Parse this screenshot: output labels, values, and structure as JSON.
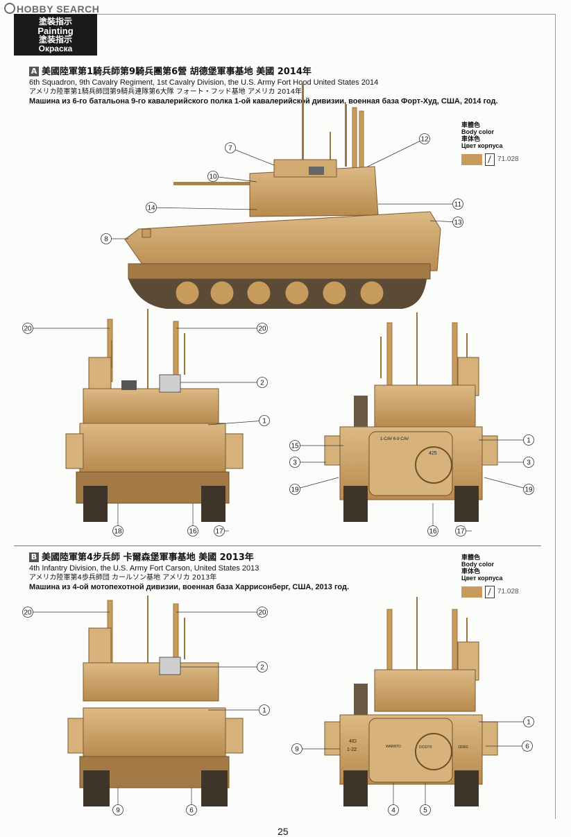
{
  "watermark": "HOBBY SEARCH",
  "header_tab": {
    "zh": "塗裝指示",
    "en": "Painting",
    "jp": "塗装指示",
    "ru": "Окраска"
  },
  "sections": [
    {
      "badge": "A",
      "title_zh": "美國陸軍第1騎兵師第9騎兵團第6營  胡德堡軍事基地  美國  2014年",
      "title_en": "6th Squadron, 9th Cavalry Regiment, 1st Cavalry Division, the U.S. Army  Fort Hood  United States  2014",
      "title_jp": "アメリカ陸軍第1騎兵師団第9騎兵連隊第6大隊  フォート・フッド基地  アメリカ  2014年",
      "title_ru": "Машина из 6-го батальона 9-го кавалерийского полка 1-ой кавалерийской дивизии, военная база Форт-Худ, США, 2014 год.",
      "body_color": {
        "zh": "車體色",
        "en": "Body color",
        "jp": "車体色",
        "ru": "Цвет корпуса",
        "code": "71.028",
        "hex": "#c79b5c"
      },
      "callouts_side": [
        "7",
        "12",
        "10",
        "11",
        "14",
        "13",
        "8"
      ],
      "callouts_front": [
        "20",
        "20",
        "2",
        "1",
        "18",
        "16",
        "17"
      ],
      "callouts_rear": [
        "15",
        "1",
        "3",
        "3",
        "19",
        "19",
        "16",
        "17"
      ],
      "rear_markings": [
        "1-CAV 6-9 CAV",
        "425"
      ]
    },
    {
      "badge": "B",
      "title_zh": "美國陸軍第4步兵師  卡爾森堡軍事基地  美國  2013年",
      "title_en": "4th Infantry Division, the U.S. Army  Fort Carson, United States  2013",
      "title_jp": "アメリカ陸軍第4歩兵師団  カールソン基地  アメリカ  2013年",
      "title_ru": "Машина из 4-ой мотопехотной дивизии, военная база Харрисонберг, США, 2013 год.",
      "body_color": {
        "zh": "車體色",
        "en": "Body color",
        "jp": "車体色",
        "ru": "Цвет корпуса",
        "code": "71.028",
        "hex": "#c79b5c"
      },
      "callouts_front": [
        "20",
        "20",
        "2",
        "1",
        "9",
        "6"
      ],
      "callouts_rear": [
        "1",
        "9",
        "6",
        "4",
        "5"
      ],
      "rear_markings": [
        "4ID",
        "1-22",
        "WARNTO",
        "DC0270",
        "1D302"
      ]
    }
  ],
  "page_number": "25",
  "colors": {
    "sand": "#c79b5c",
    "sand_light": "#dcb985",
    "sand_dark": "#9c7440",
    "ink": "#111111"
  }
}
